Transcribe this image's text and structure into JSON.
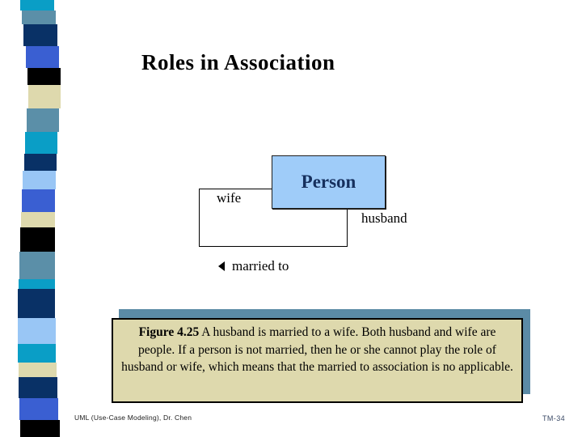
{
  "slide": {
    "title": "Roles in Association",
    "footer_left": "UML (Use-Case Modeling), Dr. Chen",
    "footer_right": "TM-34"
  },
  "diagram": {
    "class_name": "Person",
    "class_fill": "#9fccf9",
    "class_text_color": "#16305e",
    "role_left": "wife",
    "role_right": "husband",
    "association_label": "married to",
    "arrow_icon": "left-triangle-icon"
  },
  "caption": {
    "label": "Figure 4.25",
    "text": "A husband is married to a wife. Both husband and wife are people. If a person is not married, then he or she cannot play the role of husband or wife, which means that the married to association is no applicable.",
    "fill": "#ded9ad",
    "shadow_color": "#5b8ba6"
  },
  "ribbon": {
    "palette": {
      "cyan": "#0a9ec6",
      "steel": "#5b8fa8",
      "navy": "#093166",
      "royal": "#3a5fd2",
      "black": "#000000",
      "cream": "#ded9ad",
      "lightblue": "#99c6f5"
    },
    "blocks": [
      {
        "color": "cyan",
        "h": 13,
        "x": 25,
        "w": 42
      },
      {
        "color": "steel",
        "h": 17,
        "x": 27,
        "w": 42
      },
      {
        "color": "navy",
        "h": 27,
        "x": 29,
        "w": 42
      },
      {
        "color": "royal",
        "h": 27,
        "x": 32,
        "w": 41
      },
      {
        "color": "black",
        "h": 21,
        "x": 34,
        "w": 41
      },
      {
        "color": "cream",
        "h": 29,
        "x": 35,
        "w": 40
      },
      {
        "color": "steel",
        "h": 29,
        "x": 33,
        "w": 40
      },
      {
        "color": "cyan",
        "h": 27,
        "x": 31,
        "w": 40
      },
      {
        "color": "navy",
        "h": 21,
        "x": 30,
        "w": 40
      },
      {
        "color": "lightblue",
        "h": 23,
        "x": 28,
        "w": 41
      },
      {
        "color": "royal",
        "h": 28,
        "x": 27,
        "w": 41
      },
      {
        "color": "cream",
        "h": 19,
        "x": 26,
        "w": 42
      },
      {
        "color": "black",
        "h": 30,
        "x": 25,
        "w": 43
      },
      {
        "color": "steel",
        "h": 34,
        "x": 24,
        "w": 44
      },
      {
        "color": "cyan",
        "h": 12,
        "x": 23,
        "w": 45
      },
      {
        "color": "navy",
        "h": 36,
        "x": 22,
        "w": 46
      },
      {
        "color": "lightblue",
        "h": 32,
        "x": 22,
        "w": 47
      },
      {
        "color": "cyan",
        "h": 23,
        "x": 22,
        "w": 47
      },
      {
        "color": "cream",
        "h": 18,
        "x": 23,
        "w": 47
      },
      {
        "color": "navy",
        "h": 26,
        "x": 23,
        "w": 48
      },
      {
        "color": "royal",
        "h": 27,
        "x": 24,
        "w": 48
      },
      {
        "color": "black",
        "h": 21,
        "x": 25,
        "w": 49
      }
    ]
  }
}
